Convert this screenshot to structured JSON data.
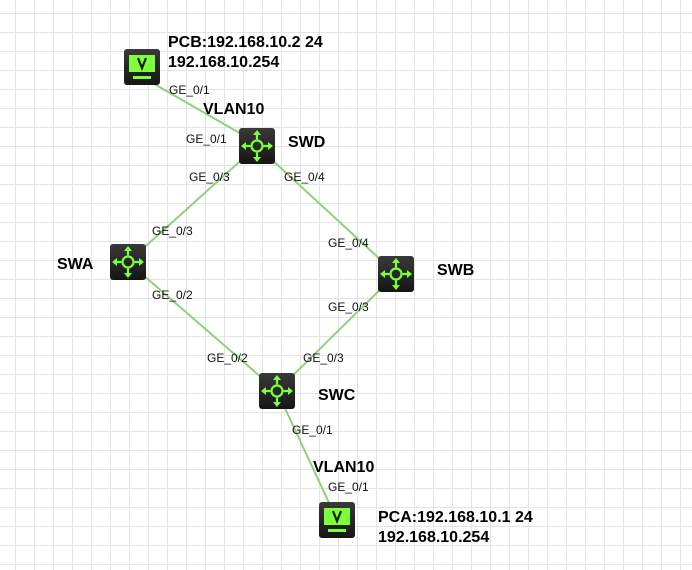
{
  "devices": {
    "pcb": {
      "ip": "PCB:192.168.10.2 24",
      "gw": "192.168.10.254"
    },
    "pca": {
      "ip": "PCA:192.168.10.1 24",
      "gw": "192.168.10.254"
    },
    "swd": {
      "name": "SWD"
    },
    "swa": {
      "name": "SWA"
    },
    "swb": {
      "name": "SWB"
    },
    "swc": {
      "name": "SWC"
    }
  },
  "vlans": {
    "top": "VLAN10",
    "bottom": "VLAN10"
  },
  "ports": {
    "pcb_up": "GE_0/1",
    "swd_pcb": "GE_0/1",
    "swd_to_swa": "GE_0/3",
    "swd_to_swb": "GE_0/4",
    "swa_to_swd": "GE_0/3",
    "swb_to_swd": "GE_0/4",
    "swa_to_swc": "GE_0/2",
    "swb_to_swc": "GE_0/3",
    "swc_from_swa": "GE_0/2",
    "swc_from_swb": "GE_0/3",
    "swc_to_pca": "GE_0/1",
    "pca_up": "GE_0/1"
  },
  "colors": {
    "link": "#8fd17a",
    "icon_green": "#7dff3a",
    "device_body": "#2b2b2b"
  }
}
